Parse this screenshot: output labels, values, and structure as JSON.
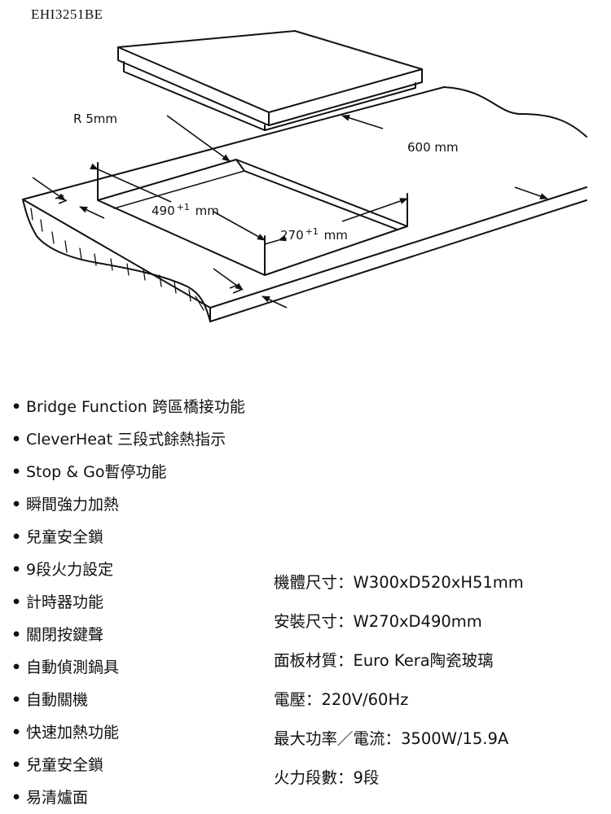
{
  "model": "EHI3251BE",
  "diagram": {
    "radius_label": "R 5mm",
    "depth_label": "600 mm",
    "cutout_length": {
      "value": "490",
      "tolerance": "+1",
      "unit": "mm"
    },
    "cutout_width": {
      "value": "270",
      "tolerance": "+1",
      "unit": "mm"
    }
  },
  "features": [
    "Bridge Function 跨區橋接功能",
    "CleverHeat 三段式餘熱指示",
    "Stop & Go暫停功能",
    "瞬間強力加熱",
    "兒童安全鎖",
    "9段火力設定",
    "計時器功能",
    "關閉按鍵聲",
    "自動偵測鍋具",
    "自動關機",
    "快速加熱功能",
    "兒童安全鎖",
    "易清爐面"
  ],
  "bullet": "•",
  "specs": [
    "機體尺寸：W300xD520xH51mm",
    "安裝尺寸：W270xD490mm",
    "面板材質：Euro Kera陶瓷玻璃",
    "電壓：220V/60Hz",
    "最大功率／電流：3500W/15.9A",
    "火力段數：9段"
  ]
}
